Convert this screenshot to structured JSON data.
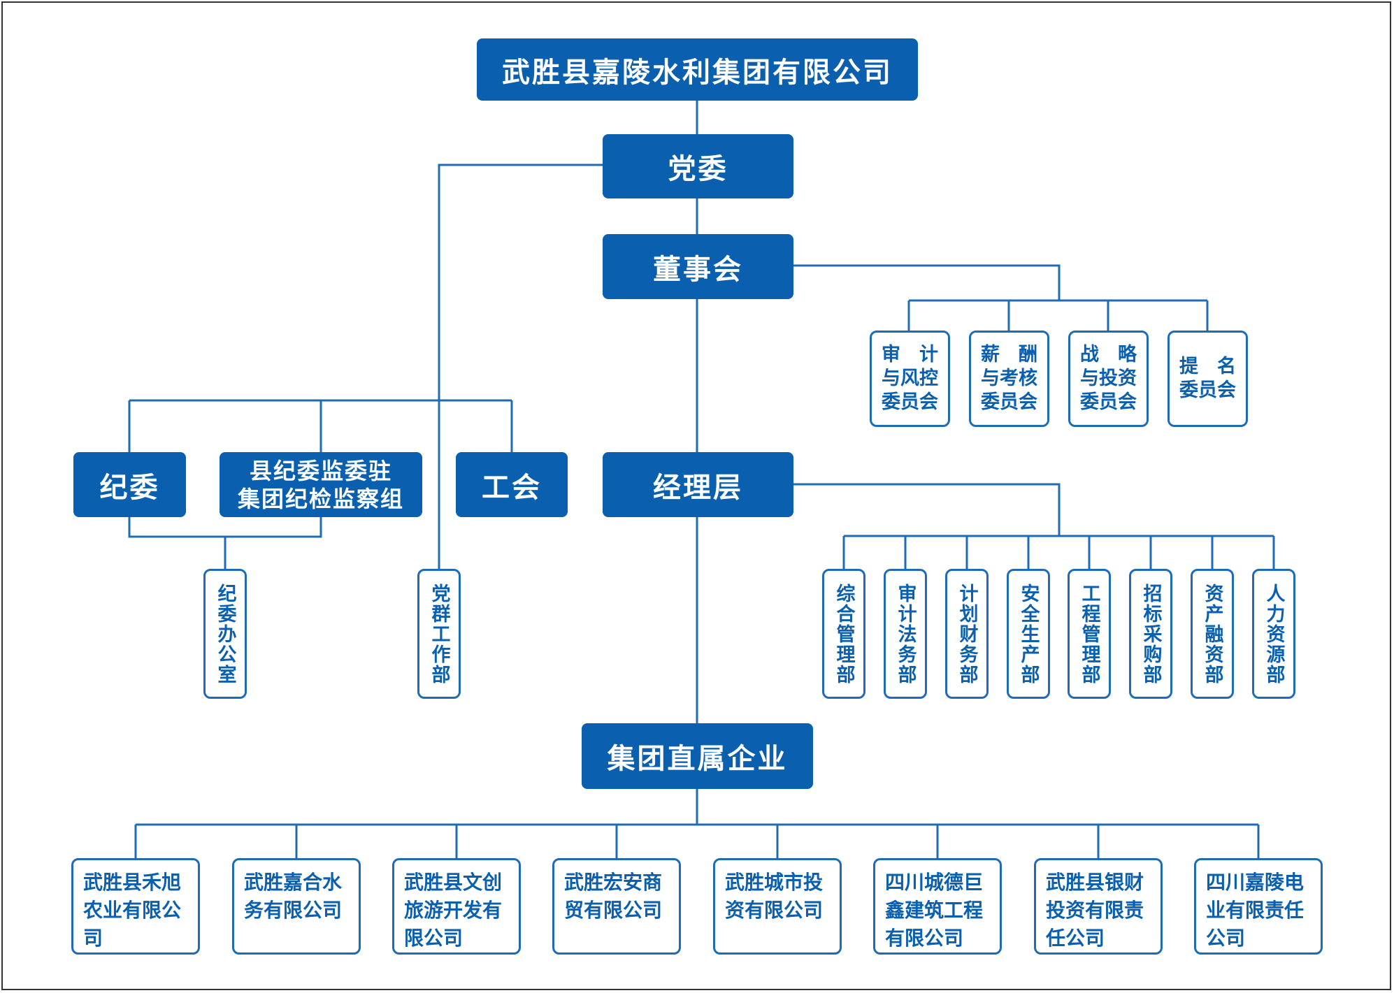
{
  "colors": {
    "primary": "#0a5fae",
    "line": "#1f6bb5",
    "background": "#ffffff"
  },
  "company": "武胜县嘉陵水利集团有限公司",
  "party_committee": "党委",
  "board": "董事会",
  "board_committees": [
    "审　计\n与风控\n委员会",
    "薪　酬\n与考核\n委员会",
    "战　略\n与投资\n委员会",
    "提　名\n委员会"
  ],
  "discipline": {
    "commission": "纪委",
    "supervision_group": "县纪委监委驻\n集团纪检监察组",
    "office": "纪委办公室"
  },
  "union": "工会",
  "party_mass_dept": "党群工作部",
  "management": "经理层",
  "departments": [
    "综合管理部",
    "审计法务部",
    "计划财务部",
    "安全生产部",
    "工程管理部",
    "招标采购部",
    "资产融资部",
    "人力资源部"
  ],
  "subsidiaries_title": "集团直属企业",
  "subsidiaries": [
    "武胜县禾旭农业有限公司",
    "武胜嘉合水务有限公司",
    "武胜县文创旅游开发有限公司",
    "武胜宏安商贸有限公司",
    "武胜城市投资有限公司",
    "四川城德巨鑫建筑工程有限公司",
    "武胜县银财投资有限责任公司",
    "四川嘉陵电业有限责任公司"
  ]
}
